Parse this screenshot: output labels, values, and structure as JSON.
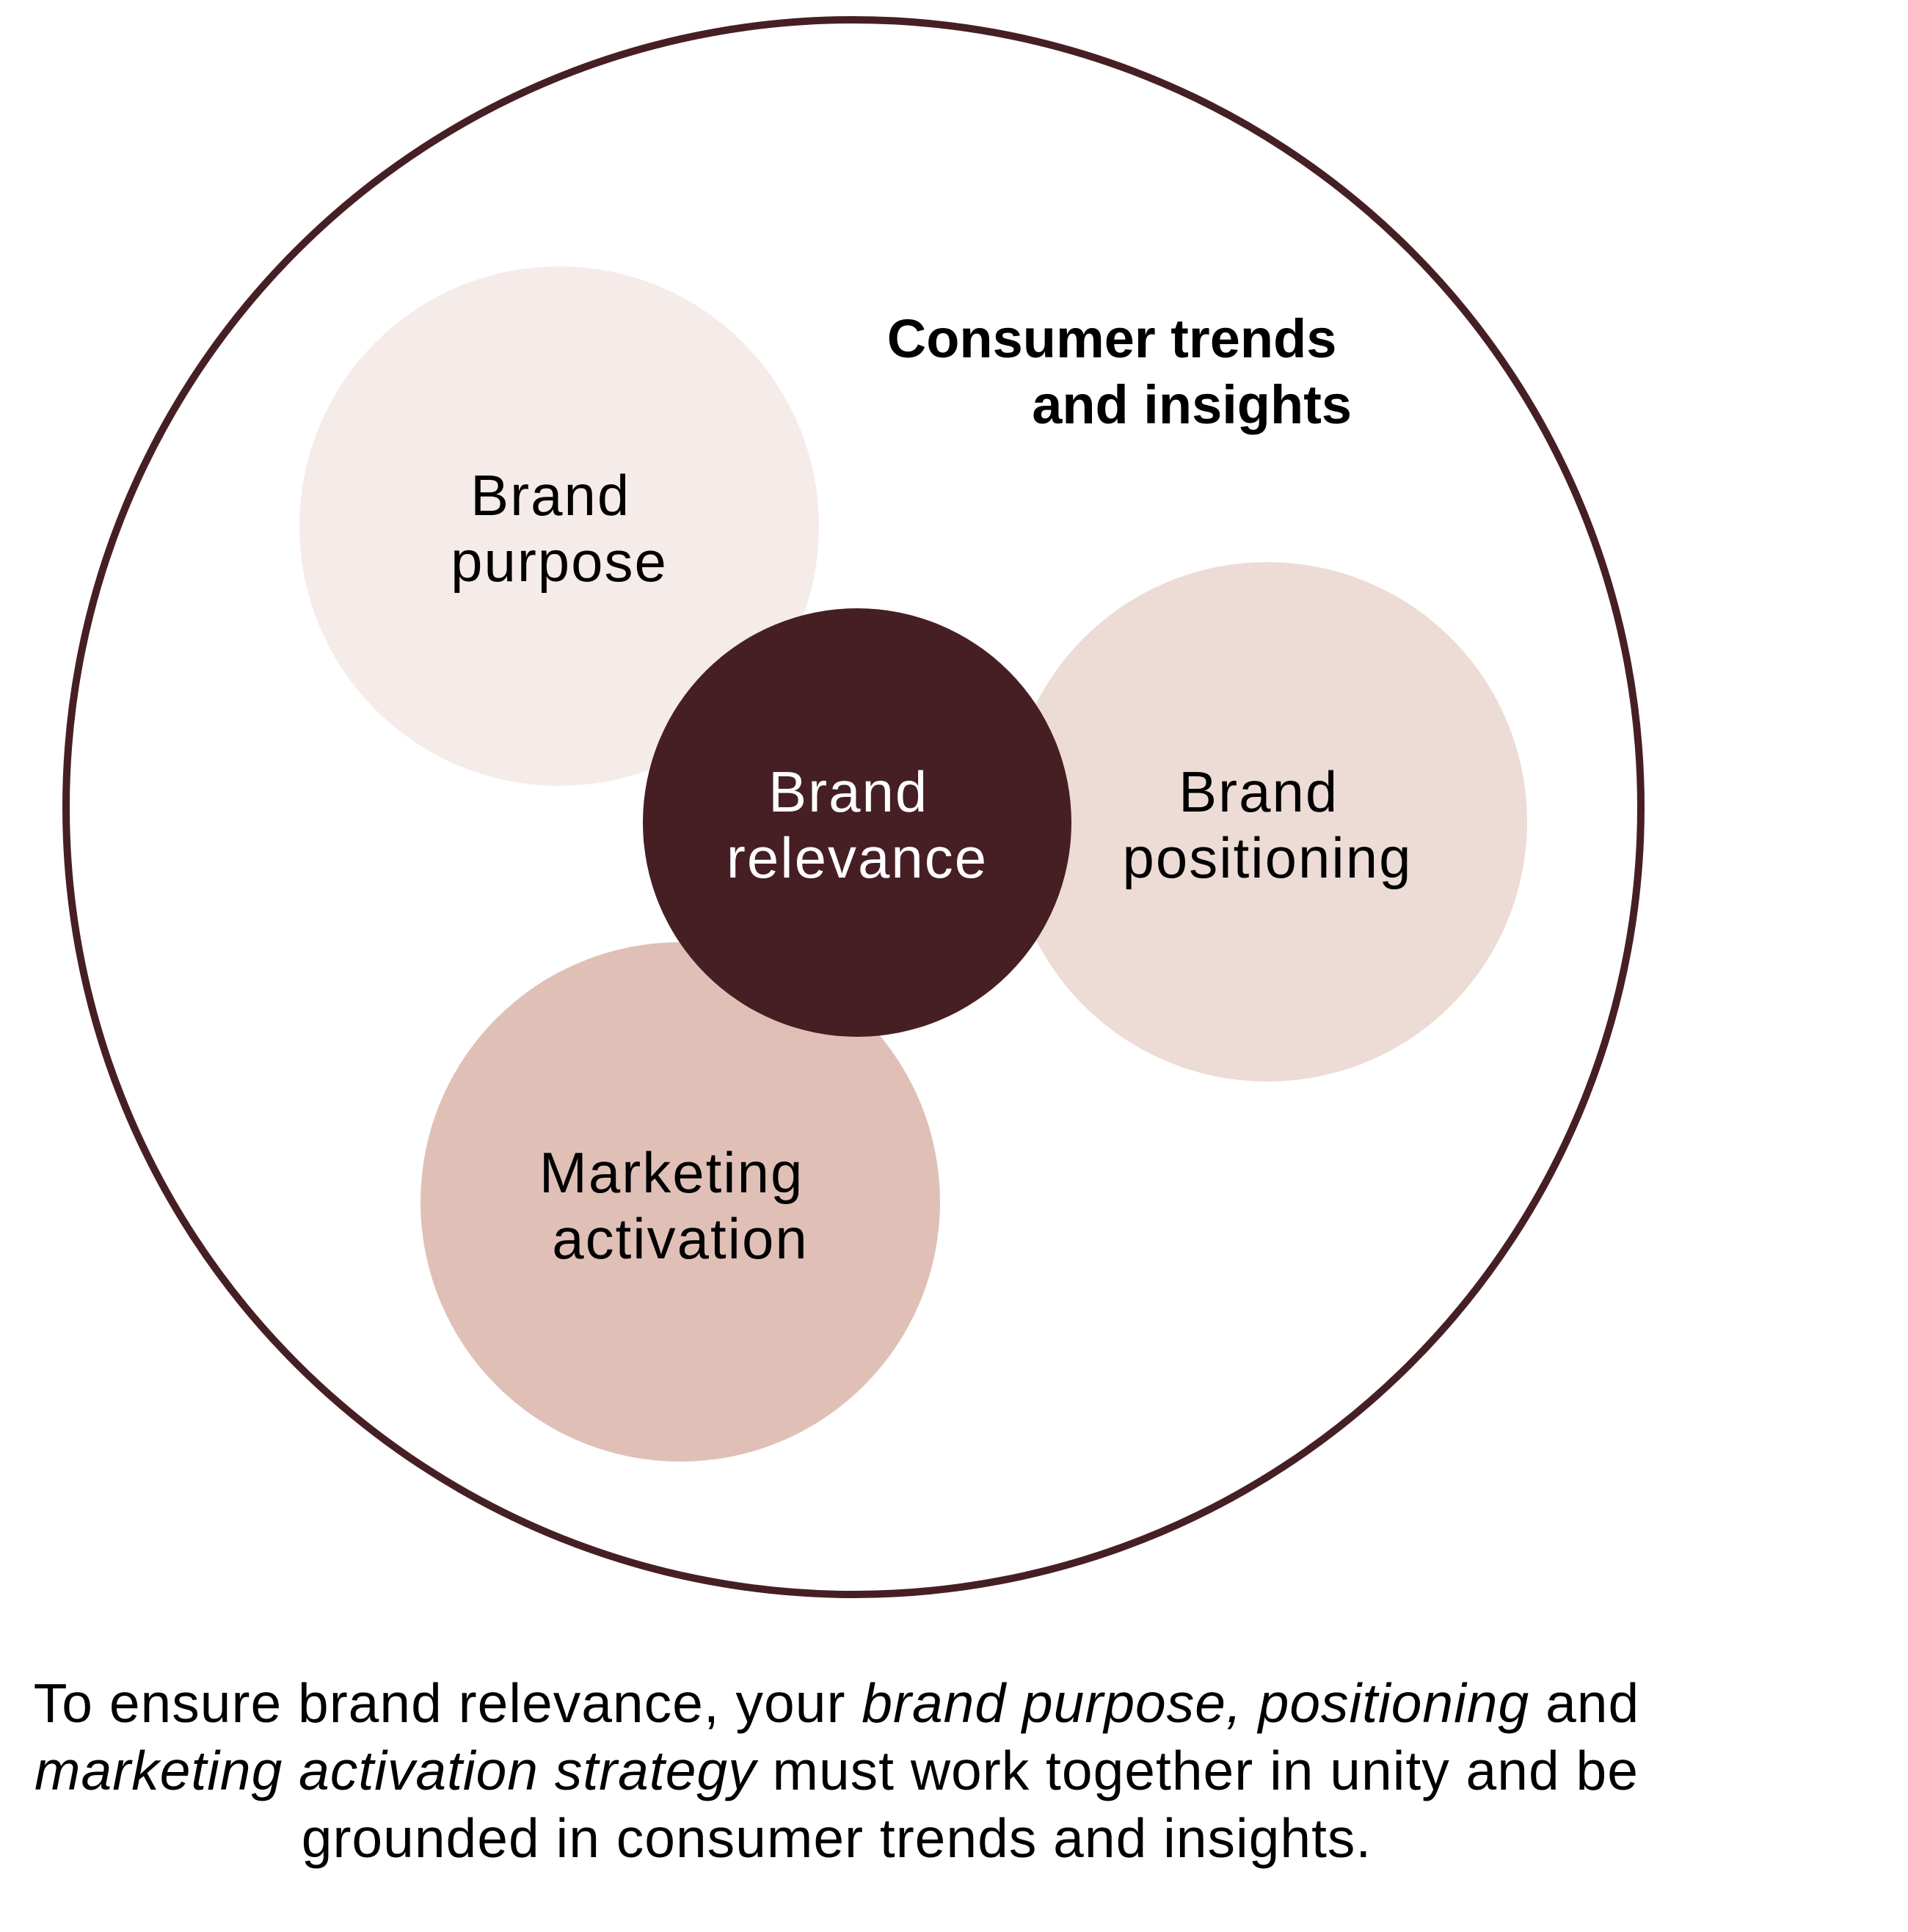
{
  "colors": {
    "outline": "#461f24",
    "brand_purpose": "#f5ebe9",
    "brand_positioning": "#eddbd5",
    "marketing_activation": "#e0c0b6",
    "brand_relevance": "#461f24",
    "light_text": "#ffffff",
    "dark_text": "#000000"
  },
  "context_label": {
    "line1": "Consumer trends",
    "line2": "and insights"
  },
  "circles": {
    "brand_purpose": {
      "line1": "Brand",
      "line2": "purpose"
    },
    "brand_positioning": {
      "line1": "Brand",
      "line2": "positioning"
    },
    "marketing_activation": {
      "line1": "Marketing",
      "line2": "activation"
    },
    "brand_relevance": {
      "line1": "Brand",
      "line2": "relevance"
    }
  },
  "caption": {
    "part1": "To ensure brand relevance, your ",
    "em1": "brand purpose, positioning",
    "part2": " and ",
    "em2": "marketing activation strategy",
    "part3": " must work together in unity and be grounded in consumer trends and insights."
  }
}
